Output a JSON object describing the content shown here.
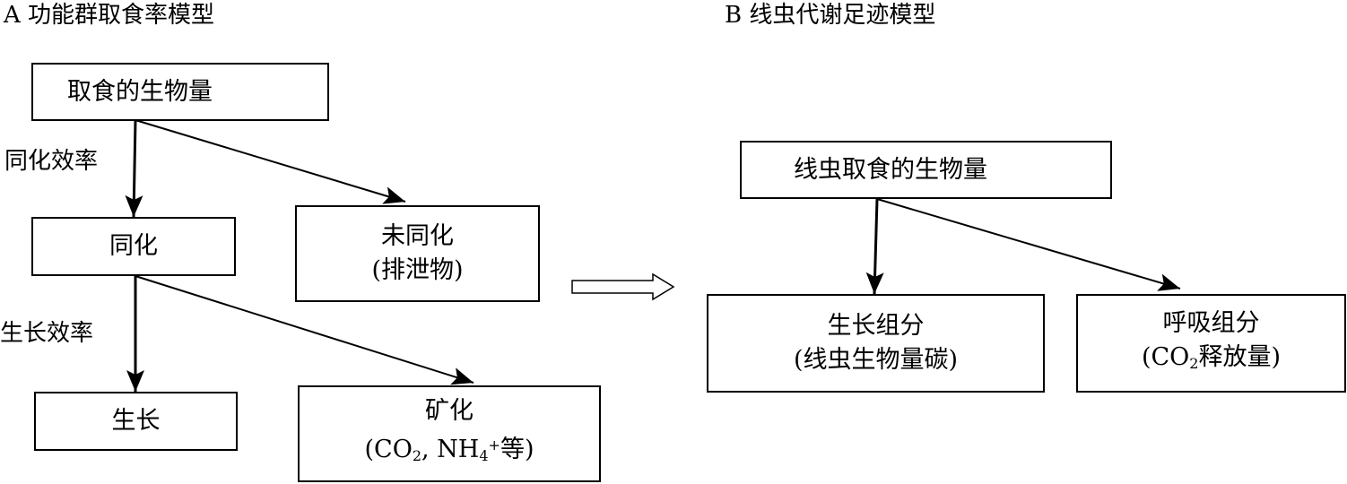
{
  "panel_a": {
    "title": "A 功能群取食率模型",
    "boxes": {
      "ingested": "取食的生物量",
      "assimilation": "同化",
      "unassimilated": "未同化",
      "unassimilated_note": "(排泄物)",
      "growth": "生长",
      "mineralization": "矿化",
      "mineralization_note_prefix": "(CO",
      "mineralization_note_sub": "2",
      "mineralization_note_mid": ", NH",
      "mineralization_note_sub2": "4",
      "mineralization_note_sup": "+",
      "mineralization_note_suffix": "等)"
    },
    "edge_labels": {
      "assimilation_efficiency": "同化效率",
      "growth_efficiency": "生长效率"
    }
  },
  "panel_b": {
    "title": "B 线虫代谢足迹模型",
    "boxes": {
      "ingested": "线虫取食的生物量",
      "growth_component": "生长组分",
      "growth_component_note": "(线虫生物量碳)",
      "respiration_component": "呼吸组分",
      "respiration_note_prefix": "(CO",
      "respiration_note_sub": "2",
      "respiration_note_suffix": "释放量)"
    }
  }
}
